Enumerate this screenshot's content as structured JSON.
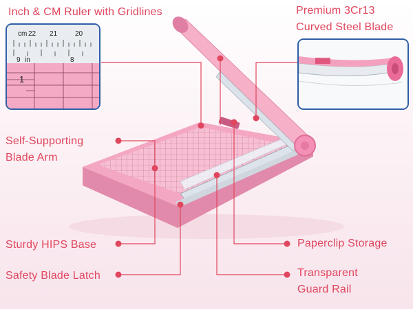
{
  "labels": {
    "ruler": "Inch & CM Ruler with Gridlines",
    "blade_line1": "Premium 3Cr13",
    "blade_line2": "Curved Steel Blade",
    "arm_line1": "Self-Supporting",
    "arm_line2": "Blade Arm",
    "base": "Sturdy HIPS Base",
    "paperclip": "Paperclip Storage",
    "latch": "Safety Blade Latch",
    "guard_line1": "Transparent",
    "guard_line2": "Guard Rail"
  },
  "ruler_inset": {
    "cm_unit": "cm",
    "cm_ticks": [
      "22",
      "21",
      "20"
    ],
    "in_ticks": [
      "9",
      "8"
    ],
    "in_unit": "in",
    "grid_number": "1"
  },
  "colors": {
    "label_text": "#e0465e",
    "leader_line": "#e0465e",
    "inset_border": "#2f5ea7",
    "product_pink": "#f4a7c2"
  }
}
